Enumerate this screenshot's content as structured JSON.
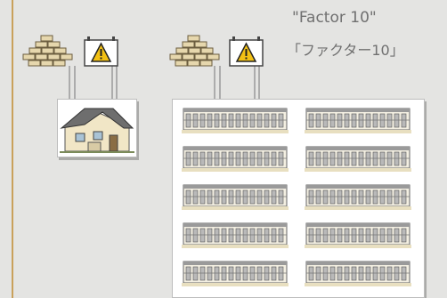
{
  "header": {
    "title": "\"Factor 10\"",
    "subtitle": "「ファクター10」"
  },
  "icons": {
    "resources": "bricks-icon",
    "hazard": "warning-sign-icon",
    "house": "house-icon",
    "apartment": "apartment-building-icon"
  },
  "colors": {
    "background": "#e4e4e2",
    "frame": "#c9a15b",
    "hazard": "#f2c014",
    "bricks": "#e6d7ad",
    "text": "#707070"
  },
  "diagram": {
    "left_group": {
      "icons": [
        "bricks-icon",
        "warning-sign-icon"
      ],
      "panel_items": 1
    },
    "right_group": {
      "icons": [
        "bricks-icon",
        "warning-sign-icon"
      ],
      "panel_items": 10
    }
  }
}
